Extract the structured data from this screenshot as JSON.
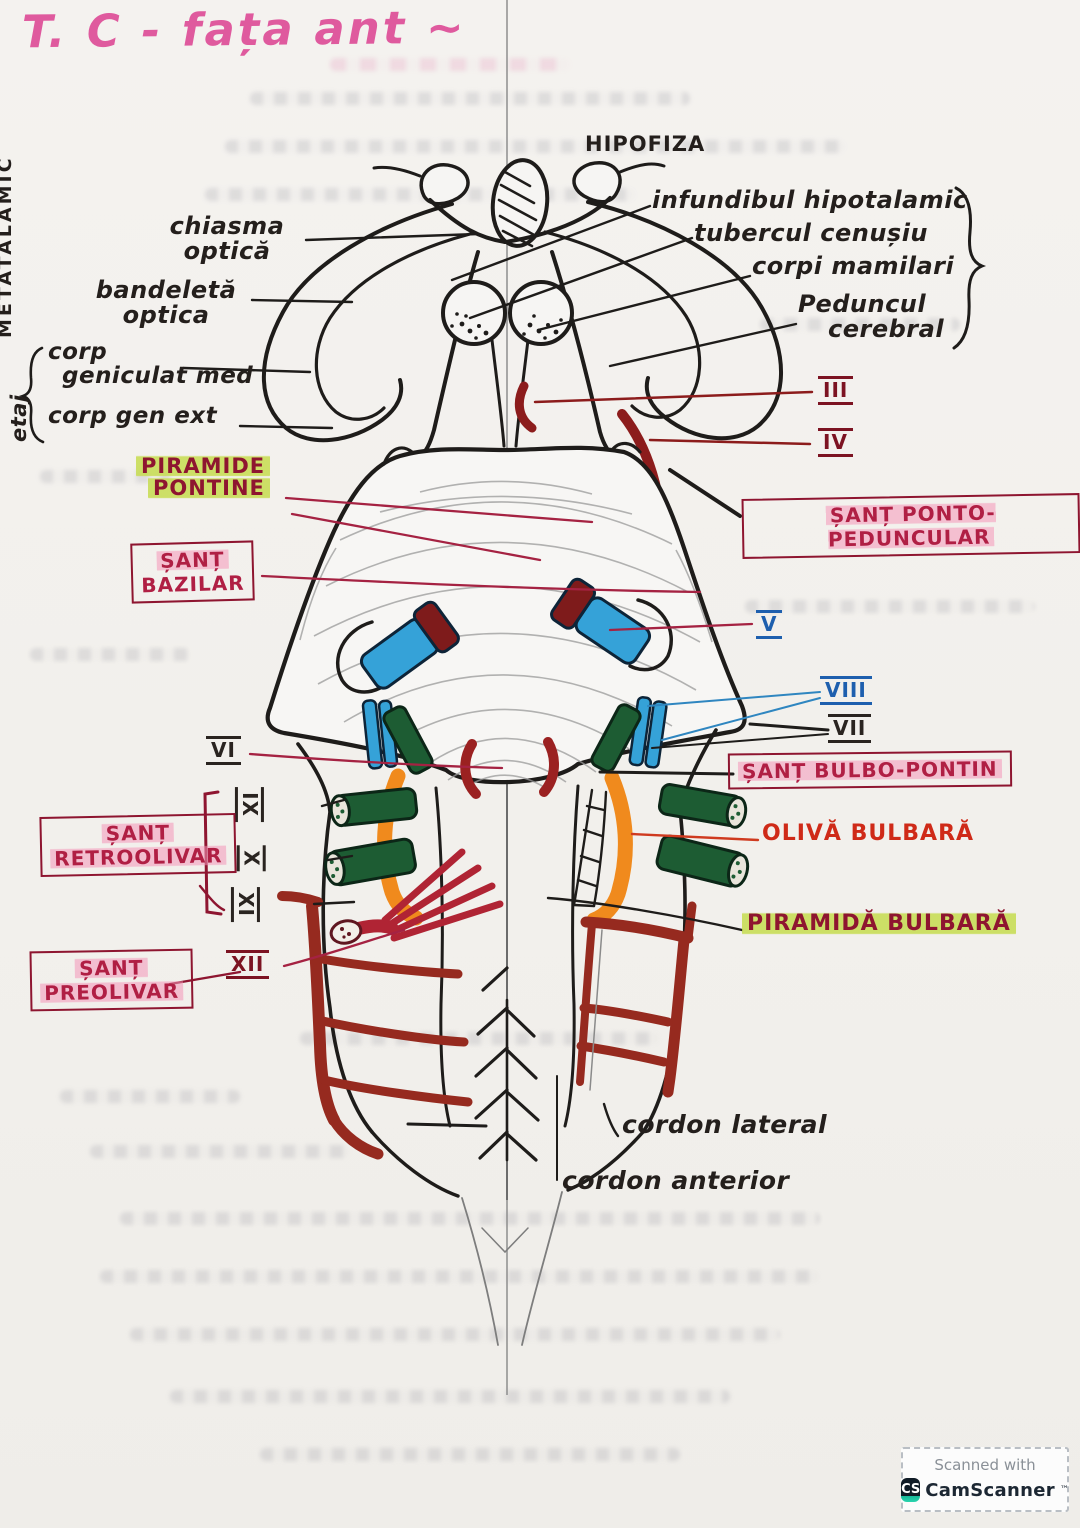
{
  "title": "T. C - fața ant ~",
  "margin": {
    "vertical": "METATALAMIC",
    "bracket_word": "etaj"
  },
  "top_labels": {
    "hipofiza": "HIPOFIZA",
    "chiasma_1": "chiasma",
    "chiasma_2": "optică",
    "bandeleta_1": "bandeletă",
    "bandeleta_2": "optica",
    "corp_gen_med_1": "corp",
    "corp_gen_med_2": "geniculat med",
    "corp_gen_ext": "corp gen ext",
    "infundibul": "infundibul hipotalamic",
    "tubercul": "tubercul cenușiu",
    "corpi_mamilari": "corpi mamilari",
    "peduncul_1": "Peduncul",
    "peduncul_2": "cerebral"
  },
  "nerves": {
    "III": "III",
    "IV": "IV",
    "V": "V",
    "VI": "VI",
    "VII": "VII",
    "VIII": "VIII",
    "IX": "IX",
    "X": "X",
    "XI": "XI",
    "XII": "XII"
  },
  "region_labels": {
    "piramide_1": "PIRAMIDE",
    "piramide_2": "PONTINE",
    "bazilar_1": "ȘANȚ",
    "bazilar_2": "BAZILAR",
    "ponto_peduncular": "ȘANȚ PONTO-PEDUNCULAR",
    "bulbo_pontin": "ȘANȚ BULBO-PONTIN",
    "oliva": "OLIVĂ BULBARĂ",
    "piramida_bulbara": "PIRAMIDĂ BULBARĂ",
    "retroolivar_1": "ȘANȚ",
    "retroolivar_2": "RETROOLIVAR",
    "preolivar_1": "ȘANȚ",
    "preolivar_2": "PREOLIVAR",
    "cordon_lateral": "cordon lateral",
    "cordon_anterior": "cordon anterior"
  },
  "footer": {
    "scanned_with": "Scanned with",
    "brand": "CamScanner",
    "logo": "CS",
    "tm": "™"
  },
  "colors": {
    "title_pink": "#df5a9e",
    "ink": "#1e1c1a",
    "dark_red_label": "#8e1530",
    "crimson_leader": "#a52242",
    "blue_label": "#1e5fae",
    "leader_blue": "#2f86c0",
    "nerve_blue": "#35a2d8",
    "nerve_cap_red": "#7e1b1b",
    "nerve_green": "#1d5c33",
    "olive_orange": "#f08a1d",
    "tree_red": "#962a1f",
    "highlight_green": "#c6dc4f",
    "highlight_pink": "#f2a8c0",
    "oliva_text_red": "#cf2a18"
  }
}
